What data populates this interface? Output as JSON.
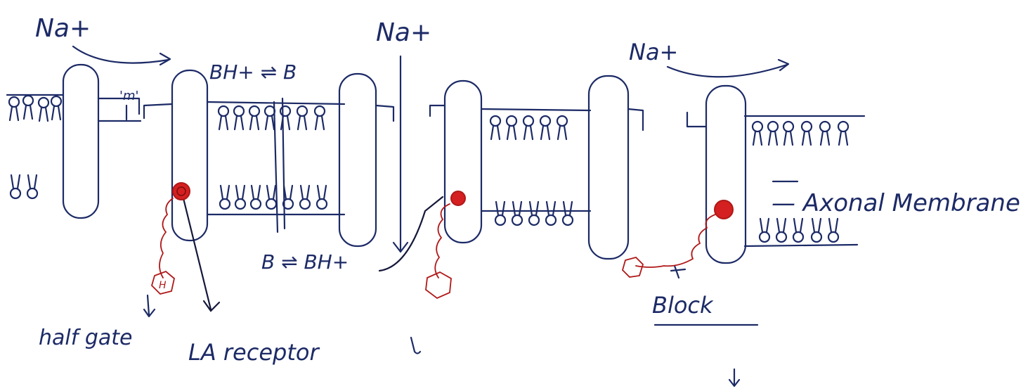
{
  "labels": {
    "na_left": "Na+",
    "na_middle": "Na+",
    "na_right": "Na+",
    "bh_to_b_top": "BH+ ⇌ B",
    "b_to_bh_bottom": "B ⇌ BH+",
    "m_gate": "'m'",
    "axonal_membrane": "— Axonal Membrane",
    "h_gate": "half gate",
    "la_receptor": "LA receptor",
    "block": "Block",
    "h_symbol": "H"
  },
  "colors": {
    "ink": "#1c2a66",
    "drug_red": "#b01818",
    "drug_fill": "#d42020"
  }
}
